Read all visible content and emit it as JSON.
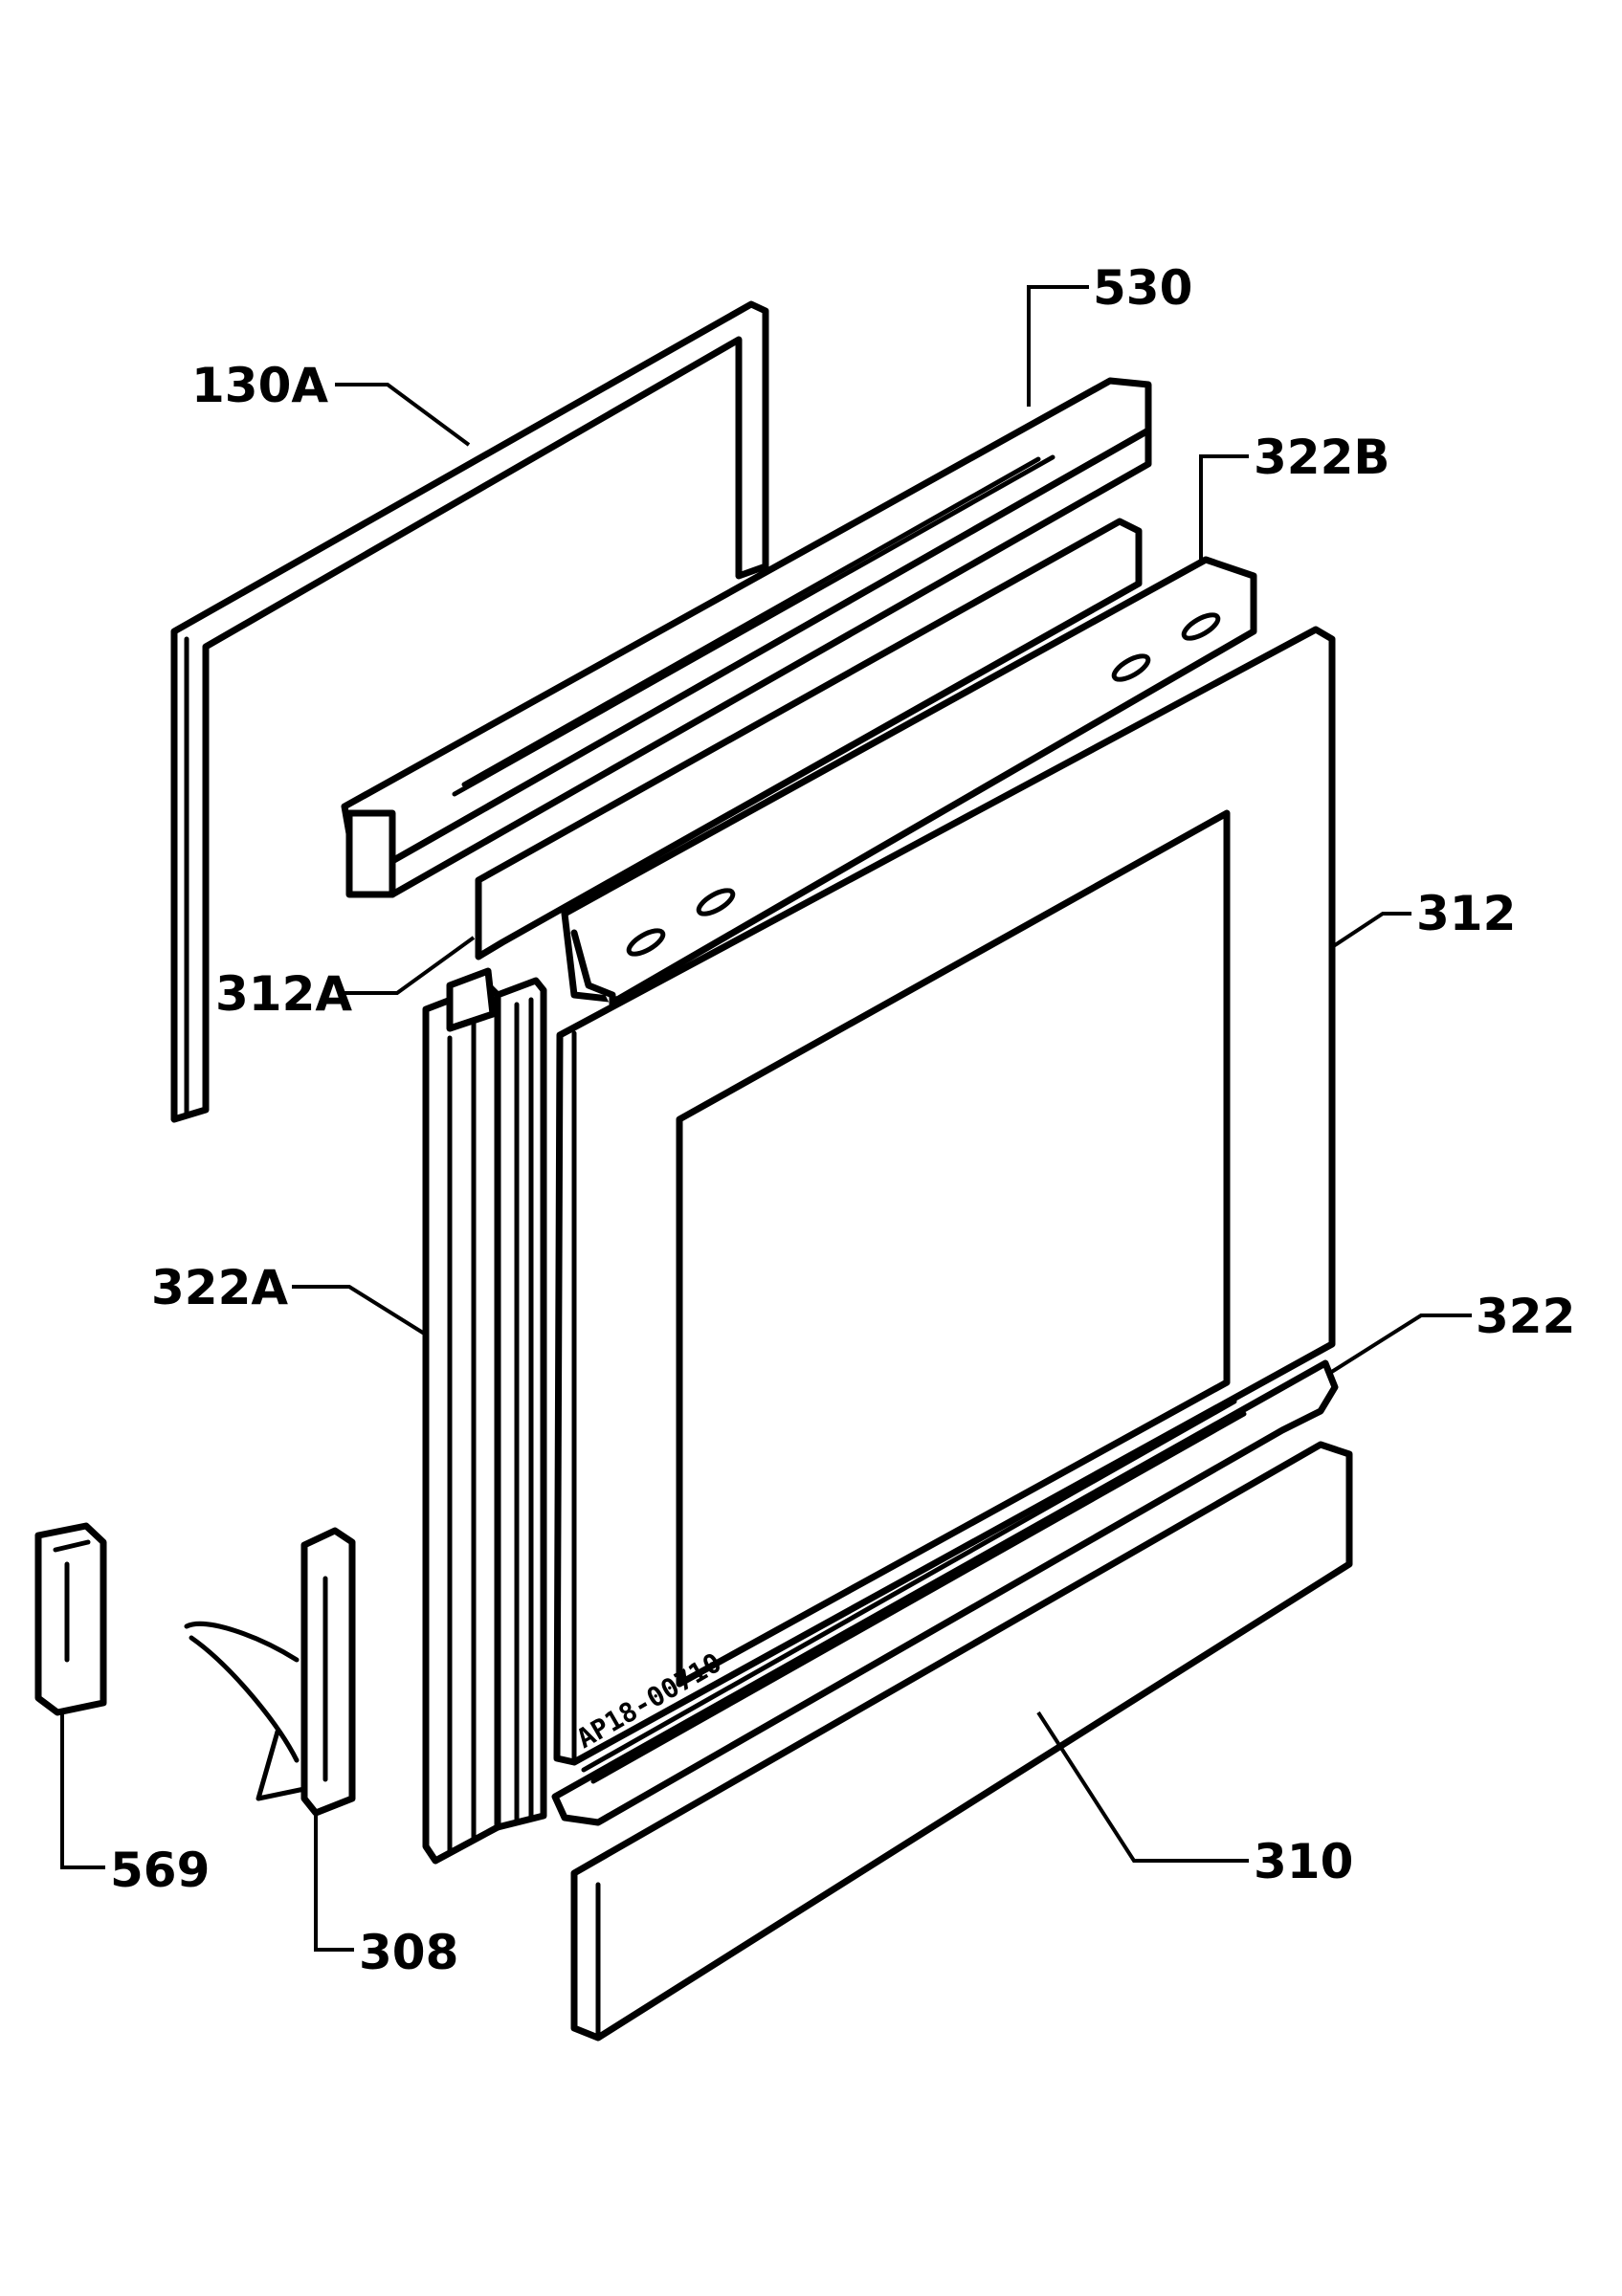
{
  "labels": {
    "p530": "530",
    "p130a": "130A",
    "p322b": "322B",
    "p312": "312",
    "p312a": "312A",
    "p322a": "322A",
    "p322": "322",
    "p569": "569",
    "p308": "308",
    "p310": "310"
  },
  "stamp_text": "AP18-00710"
}
